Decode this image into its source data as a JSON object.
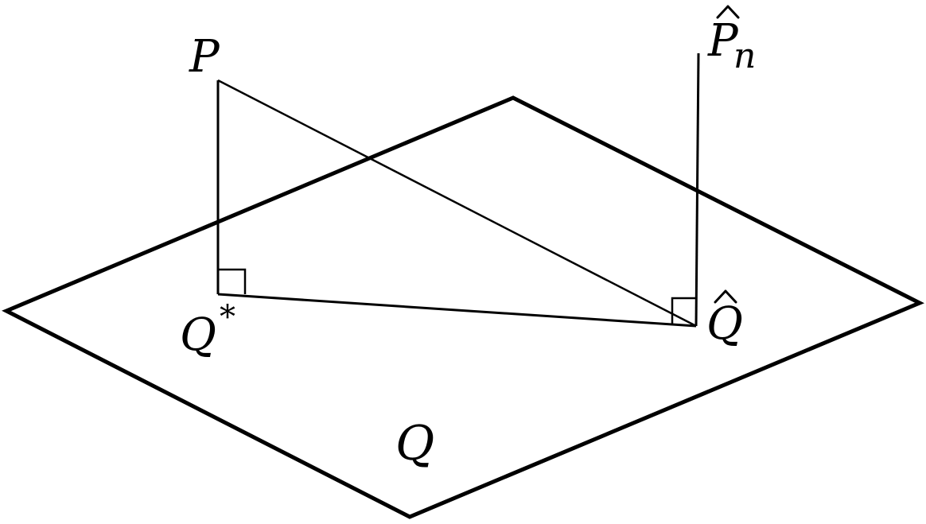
{
  "labels": {
    "P": "P",
    "P_hat": "P",
    "P_hat_subscript": "n",
    "Q_star": "Q",
    "Q_star_superscript": "*",
    "Q_hat": "Q",
    "plane": "Q"
  },
  "colors": {
    "stroke": "#000000",
    "background": "#ffffff"
  }
}
